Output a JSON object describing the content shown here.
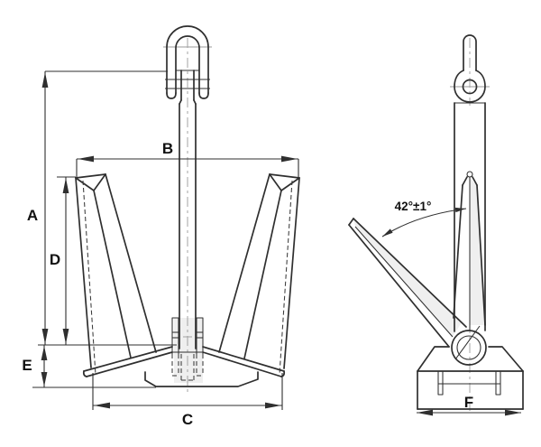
{
  "diagram": {
    "labels": {
      "A": "A",
      "B": "B",
      "C": "C",
      "D": "D",
      "E": "E",
      "F": "F"
    },
    "angle": {
      "text": "42°±1°"
    },
    "colors": {
      "line": "#2f2f2f",
      "background": "#ffffff",
      "centerline": "#9a9a9a",
      "shading": "#dcdcdc"
    }
  }
}
